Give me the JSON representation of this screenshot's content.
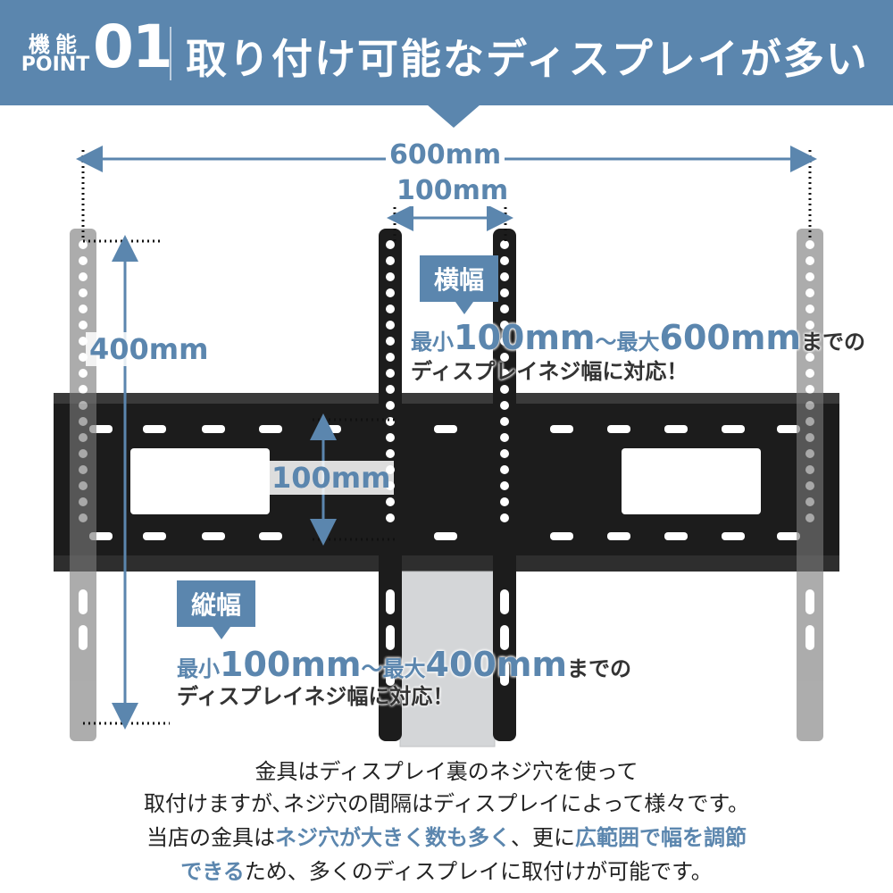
{
  "header": {
    "label_top": "機能",
    "label_bottom": "POINT",
    "number": "01",
    "title": "取り付け可能なディスプレイが多い"
  },
  "dimensions": {
    "width_total": "600mm",
    "width_min": "100mm",
    "height_total": "400mm",
    "height_min": "100mm"
  },
  "horizontal": {
    "badge": "横幅",
    "prefix_min": "最小",
    "min_value": "100mm",
    "connector": "〜",
    "prefix_max": "最大",
    "max_value": "600mm",
    "suffix": "までの",
    "line2": "ディスプレイネジ幅に対応！"
  },
  "vertical": {
    "badge": "縦幅",
    "prefix_min": "最小",
    "min_value": "100mm",
    "connector": "〜",
    "prefix_max": "最大",
    "max_value": "400mm",
    "suffix": "までの",
    "line2": "ディスプレイネジ幅に対応！"
  },
  "description": {
    "line1": "金具はディスプレイ裏のネジ穴を使って",
    "line2": "取付けますが､ネジ穴の間隔はディスプレイによって様々です。",
    "line3_a": "当店の金具は",
    "line3_b": "ネジ穴が大きく数も多く",
    "line3_c": "、更に",
    "line3_d": "広範囲で幅を調節",
    "line4_a": "できる",
    "line4_b": "ため、多くのディスプレイに取付けが可能です。"
  },
  "colors": {
    "accent": "#5b86ae",
    "bracket": "#1c1c1c",
    "arm_ghost": "#7a7a7a"
  }
}
